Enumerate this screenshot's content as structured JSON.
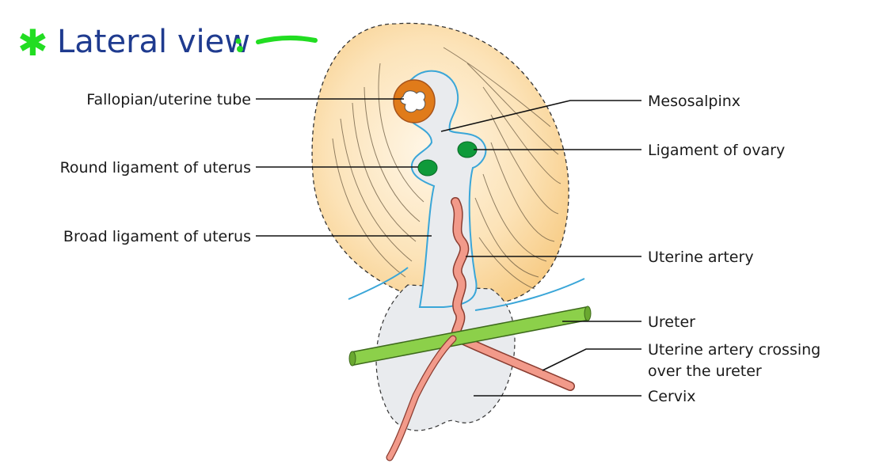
{
  "title": "Lateral view",
  "colors": {
    "title_text": "#1f3b8f",
    "title_marks": "#22dd22",
    "broad_ligament_fill": "#f9d08f",
    "peritoneum_outline": "#3aa6d8",
    "cervix_fill": "#e9ebee",
    "tube_fill": "#e07b1a",
    "ligament_dots": "#0f9a3a",
    "uterine_artery": "#f29a8a",
    "ureter": "#8cd04a"
  },
  "labels": {
    "fallopian_tube": "Fallopian/uterine tube",
    "round_ligament": "Round ligament of uterus",
    "broad_ligament": "Broad ligament of uterus",
    "mesosalpinx": "Mesosalpinx",
    "ligament_of_ovary": "Ligament of ovary",
    "uterine_artery": "Uterine artery",
    "ureter": "Ureter",
    "crossing_line1": "Uterine artery crossing",
    "crossing_line2": "over the ureter",
    "cervix": "Cervix"
  }
}
